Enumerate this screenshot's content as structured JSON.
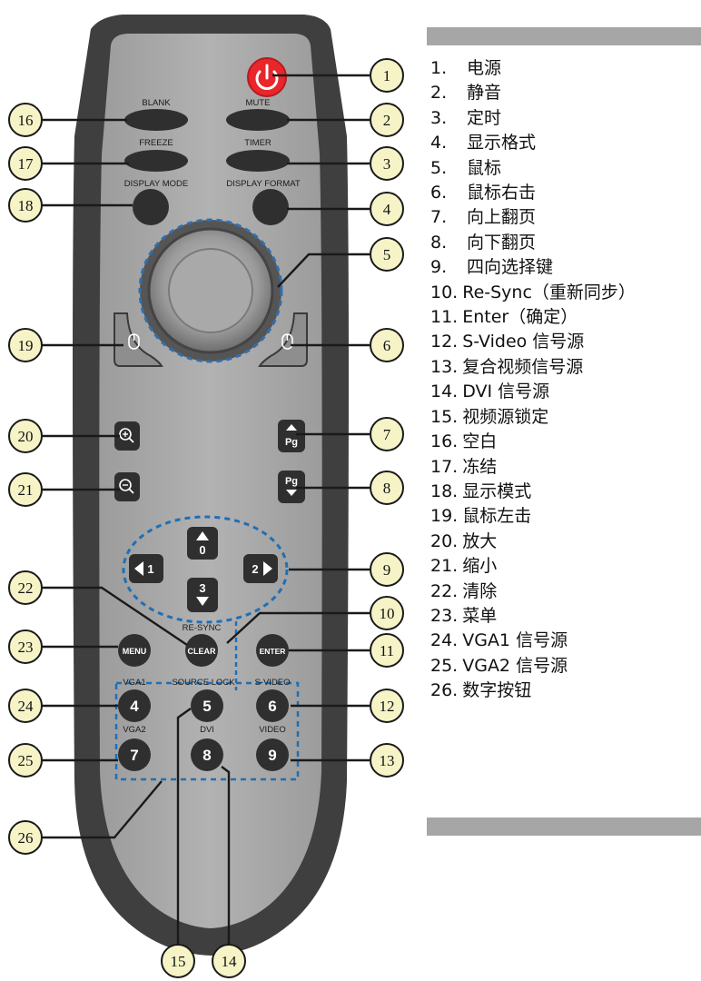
{
  "button_labels": {
    "blank": "BLANK",
    "mute": "MUTE",
    "freeze": "FREEZE",
    "timer": "TIMER",
    "display_mode": "DISPLAY MODE",
    "display_format": "DISPLAY FORMAT",
    "re_sync": "RE-SYNC",
    "clear": "CLEAR",
    "menu": "MENU",
    "enter": "ENTER",
    "vga1": "VGA1",
    "source_lock": "SOURCE LOCK",
    "s_video": "S-VIDEO",
    "vga2": "VGA2",
    "dvi": "DVI",
    "video": "VIDEO",
    "pg": "Pg"
  },
  "digits": [
    "0",
    "1",
    "2",
    "3",
    "4",
    "5",
    "6",
    "7",
    "8",
    "9"
  ],
  "callouts": [
    "1",
    "2",
    "3",
    "4",
    "5",
    "6",
    "7",
    "8",
    "9",
    "10",
    "11",
    "12",
    "13",
    "14",
    "15",
    "16",
    "17",
    "18",
    "19",
    "20",
    "21",
    "22",
    "23",
    "24",
    "25",
    "26"
  ],
  "legend": [
    {
      "num": "1.",
      "text": "电源"
    },
    {
      "num": "2.",
      "text": "静音"
    },
    {
      "num": "3.",
      "text": "定时"
    },
    {
      "num": "4.",
      "text": "显示格式"
    },
    {
      "num": "5.",
      "text": "鼠标"
    },
    {
      "num": "6.",
      "text": "鼠标右击"
    },
    {
      "num": "7.",
      "text": "向上翻页"
    },
    {
      "num": "8.",
      "text": "向下翻页"
    },
    {
      "num": "9.",
      "text": "四向选择键"
    },
    {
      "num": "10.",
      "text": "Re-Sync（重新同步）"
    },
    {
      "num": "11.",
      "text": "Enter（确定）"
    },
    {
      "num": "12.",
      "text": "S-Video 信号源"
    },
    {
      "num": "13.",
      "text": "复合视频信号源"
    },
    {
      "num": "14.",
      "text": "DVI 信号源"
    },
    {
      "num": "15.",
      "text": "视频源锁定"
    },
    {
      "num": "16.",
      "text": "空白"
    },
    {
      "num": "17.",
      "text": "冻结"
    },
    {
      "num": "18.",
      "text": "显示模式"
    },
    {
      "num": "19.",
      "text": "鼠标左击"
    },
    {
      "num": "20.",
      "text": "放大"
    },
    {
      "num": "21.",
      "text": "缩小"
    },
    {
      "num": "22.",
      "text": "清除"
    },
    {
      "num": "23.",
      "text": "菜单"
    },
    {
      "num": "24.",
      "text": "VGA1 信号源"
    },
    {
      "num": "25.",
      "text": "VGA2 信号源"
    },
    {
      "num": "26.",
      "text": "数字按钮"
    }
  ],
  "colors": {
    "body_dark": "#3f3f3f",
    "face_light": "#a8a8a8",
    "button_dark": "#2f2f2f",
    "power_red": "#e8262b",
    "dash_blue": "#1f6fb5",
    "callout_fill": "#f6f4c7",
    "legend_bar": "#a6a6a6"
  }
}
